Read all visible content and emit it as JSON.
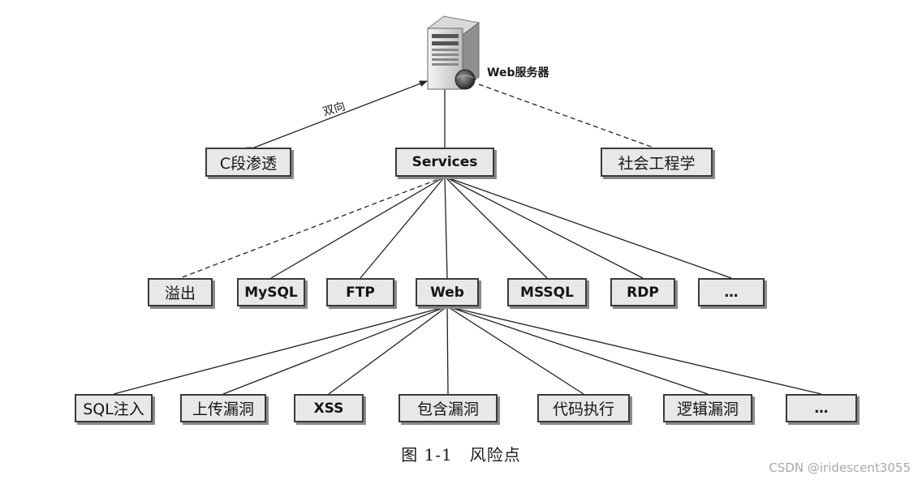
{
  "server": {
    "label": "Web服务器",
    "icon": "server-icon"
  },
  "arrow_label": "双向",
  "level1": [
    {
      "id": "c-segment",
      "label": "C段渗透"
    },
    {
      "id": "services",
      "label": "Services"
    },
    {
      "id": "social-eng",
      "label": "社会工程学"
    }
  ],
  "services": [
    {
      "id": "overflow",
      "label": "溢出"
    },
    {
      "id": "mysql",
      "label": "MySQL"
    },
    {
      "id": "ftp",
      "label": "FTP"
    },
    {
      "id": "web",
      "label": "Web"
    },
    {
      "id": "mssql",
      "label": "MSSQL"
    },
    {
      "id": "rdp",
      "label": "RDP"
    },
    {
      "id": "more",
      "label": "…"
    }
  ],
  "web_risks": [
    {
      "id": "sqli",
      "label": "SQL注入"
    },
    {
      "id": "upload",
      "label": "上传漏洞"
    },
    {
      "id": "xss",
      "label": "XSS"
    },
    {
      "id": "include",
      "label": "包含漏洞"
    },
    {
      "id": "rce",
      "label": "代码执行"
    },
    {
      "id": "logic",
      "label": "逻辑漏洞"
    },
    {
      "id": "more",
      "label": "…"
    }
  ],
  "caption": "图 1-1　风险点",
  "watermark": "CSDN @iridescent3055"
}
